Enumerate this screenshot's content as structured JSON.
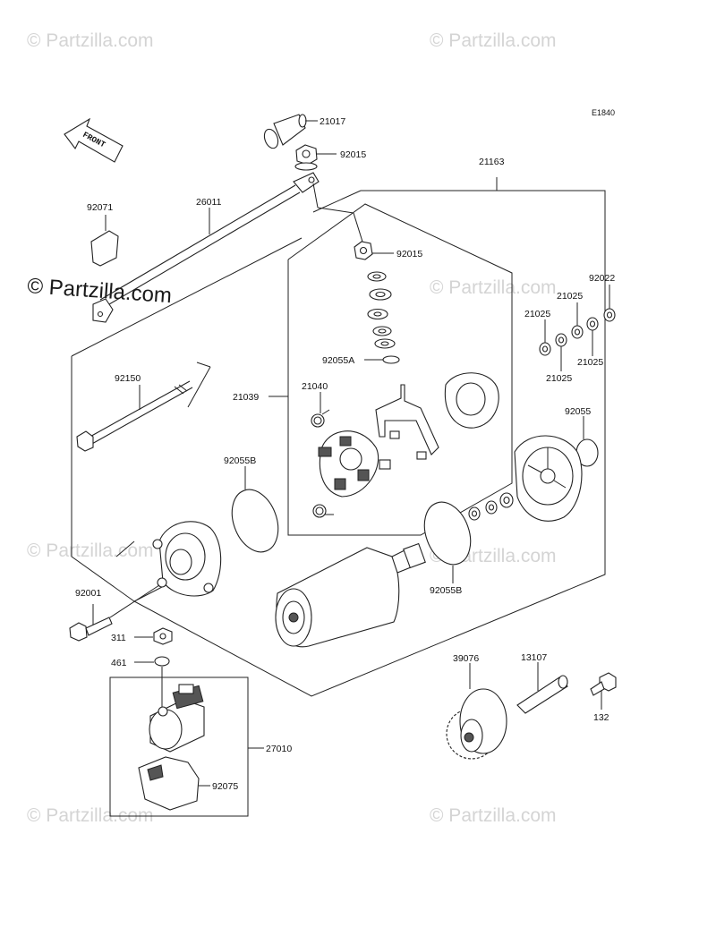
{
  "diagram_code": "E1840",
  "front_arrow_label": "FRONT",
  "watermarks": [
    {
      "text": "© Partzilla.com"
    },
    {
      "text": "© Partzilla.com"
    },
    {
      "text": "© Partzilla.com"
    },
    {
      "text": "© Partzilla.com"
    },
    {
      "text": "© Partzilla.com"
    },
    {
      "text": "© Partzilla.com"
    },
    {
      "text": "© Partzilla.com"
    },
    {
      "text": "© Partzilla.com"
    }
  ],
  "center_watermark": "© Partzilla.com",
  "parts": [
    {
      "id": "21017"
    },
    {
      "id": "92015"
    },
    {
      "id": "21163"
    },
    {
      "id": "92071"
    },
    {
      "id": "26011"
    },
    {
      "id": "92015"
    },
    {
      "id": "92022"
    },
    {
      "id": "21025"
    },
    {
      "id": "21025"
    },
    {
      "id": "21025"
    },
    {
      "id": "21025"
    },
    {
      "id": "92055A"
    },
    {
      "id": "92150"
    },
    {
      "id": "21039"
    },
    {
      "id": "21040"
    },
    {
      "id": "92055"
    },
    {
      "id": "92055B"
    },
    {
      "id": "92055B"
    },
    {
      "id": "92001"
    },
    {
      "id": "311"
    },
    {
      "id": "461"
    },
    {
      "id": "39076"
    },
    {
      "id": "13107"
    },
    {
      "id": "132"
    },
    {
      "id": "27010"
    },
    {
      "id": "92075"
    }
  ]
}
